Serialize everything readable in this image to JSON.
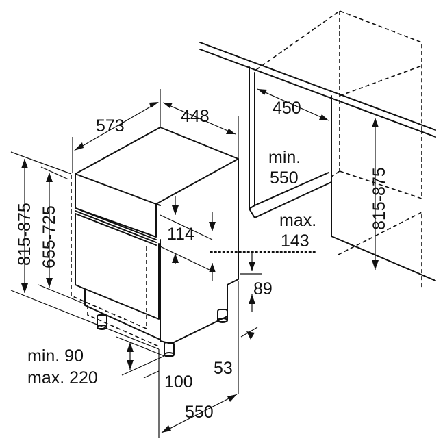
{
  "diagram": {
    "labels": {
      "width_depth": "573",
      "width": "448",
      "cabinet_width": "450",
      "niche_depth_min": "min.",
      "niche_depth_value": "550",
      "niche_height": "815-875",
      "height_left": "815-875",
      "height_inner": "655-725",
      "panel_height": "114",
      "panel_offset_max": "max.",
      "panel_offset_value": "143",
      "plinth_height": "89",
      "foot_height": "53",
      "plinth_min": "min. 90",
      "plinth_max": "max. 220",
      "plinth_depth": "100",
      "device_depth": "550"
    }
  }
}
